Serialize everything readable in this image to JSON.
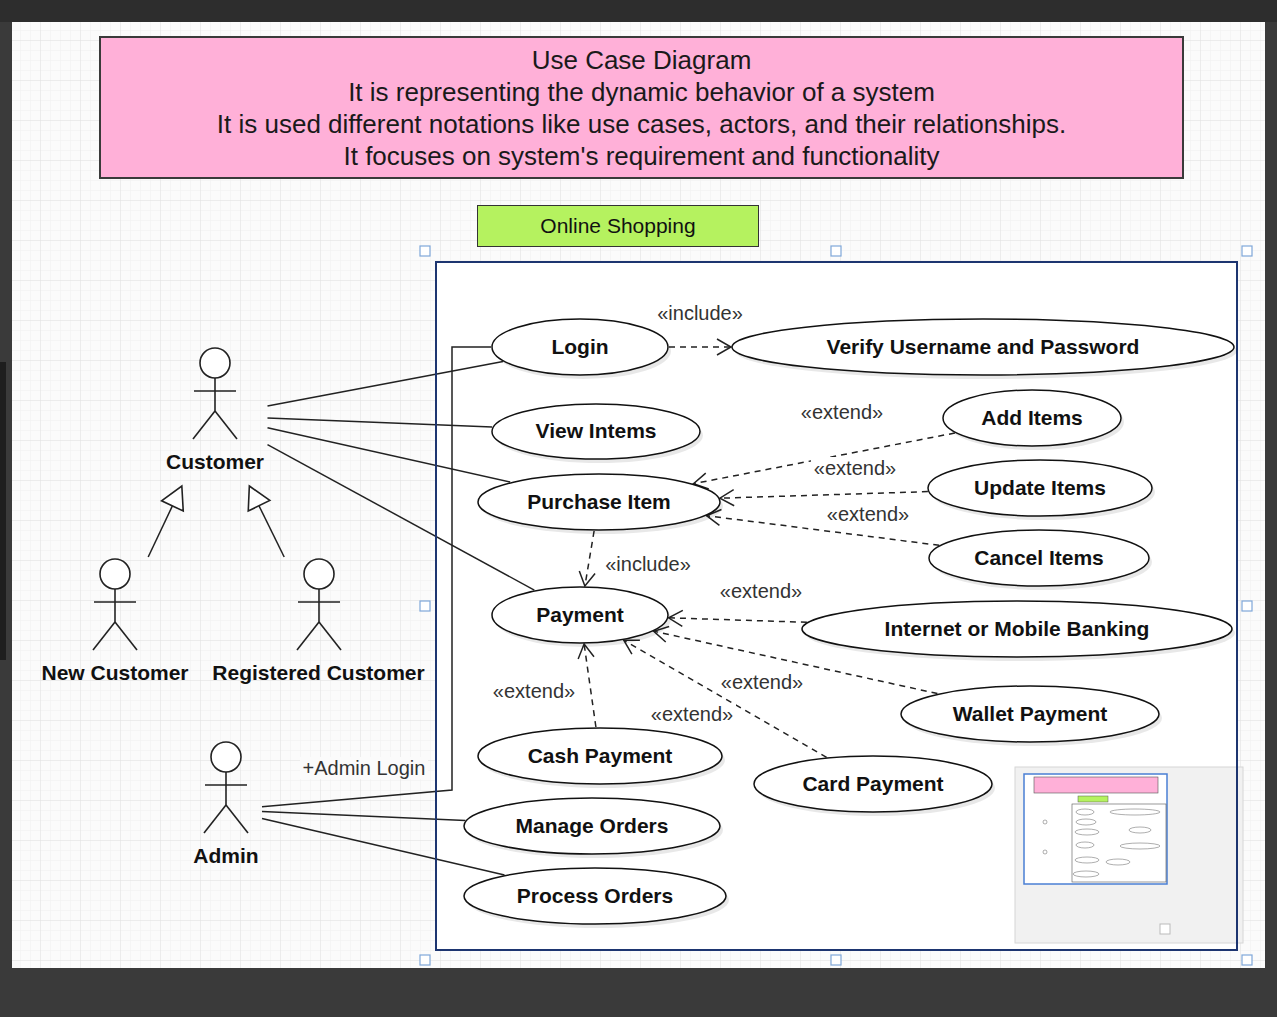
{
  "diagram": {
    "nodes": [
      {
        "text": [
          "Use Case Diagram",
          "It is representing the dynamic behavior of a system",
          "It is used different notations like use cases, actors, and their relationships.",
          "It focuses on system's requirement and functionality"
        ]
      },
      {
        "text": [
          "Customer"
        ]
      },
      {
        "text": [
          "New Customer"
        ]
      },
      {
        "text": [
          "Registered Customer"
        ]
      },
      {
        "text": [
          "Admin"
        ]
      },
      {
        "text": [
          "Online Shopping"
        ]
      },
      {
        "text": [
          "Login"
        ],
        "in": 5
      },
      {
        "text": [
          "Verify Username and Password"
        ],
        "in": 5
      },
      {
        "text": [
          "View Intems"
        ],
        "in": 5
      },
      {
        "text": [
          "Add Items"
        ],
        "in": 5
      },
      {
        "text": [
          "Purchase Item"
        ],
        "in": 5
      },
      {
        "text": [
          "Update Items"
        ],
        "in": 5
      },
      {
        "text": [
          "Cancel Items"
        ],
        "in": 5
      },
      {
        "text": [
          "Payment"
        ],
        "in": 5
      },
      {
        "text": [
          "Internet or Mobile Banking"
        ],
        "in": 5
      },
      {
        "text": [
          "Wallet Payment"
        ],
        "in": 5
      },
      {
        "text": [
          "Cash Payment"
        ],
        "in": 5
      },
      {
        "text": [
          "Card Payment"
        ],
        "in": 5
      },
      {
        "text": [
          "Manage Orders"
        ],
        "in": 5
      },
      {
        "text": [
          "Process Orders"
        ],
        "in": 5
      }
    ],
    "edges": [
      {
        "from": 1,
        "to": 6,
        "arrow": "none"
      },
      {
        "from": 1,
        "to": 8,
        "arrow": "none"
      },
      {
        "from": 1,
        "to": 10,
        "arrow": "none"
      },
      {
        "from": 1,
        "to": 13,
        "arrow": "none"
      },
      {
        "from": 2,
        "to": 1,
        "arrow": "to"
      },
      {
        "from": 3,
        "to": 1,
        "arrow": "to"
      },
      {
        "from": 4,
        "to": 6,
        "label": "+Admin Login",
        "arrow": "none"
      },
      {
        "from": 4,
        "to": 18,
        "arrow": "none"
      },
      {
        "from": 4,
        "to": 19,
        "arrow": "none"
      },
      {
        "from": 6,
        "to": 7,
        "label": "«include»",
        "arrow": "to"
      },
      {
        "from": 9,
        "to": 10,
        "label": "«extend»",
        "arrow": "to"
      },
      {
        "from": 11,
        "to": 10,
        "label": "«extend»",
        "arrow": "to"
      },
      {
        "from": 12,
        "to": 10,
        "label": "«extend»",
        "arrow": "to"
      },
      {
        "from": 10,
        "to": 13,
        "label": "«include»",
        "arrow": "to"
      },
      {
        "from": 14,
        "to": 13,
        "label": "«extend»",
        "arrow": "to"
      },
      {
        "from": 15,
        "to": 13,
        "label": "«extend»",
        "arrow": "to"
      },
      {
        "from": 17,
        "to": 13,
        "label": "«extend»",
        "arrow": "to"
      },
      {
        "from": 16,
        "to": 13,
        "label": "«extend»",
        "arrow": "to"
      }
    ]
  }
}
